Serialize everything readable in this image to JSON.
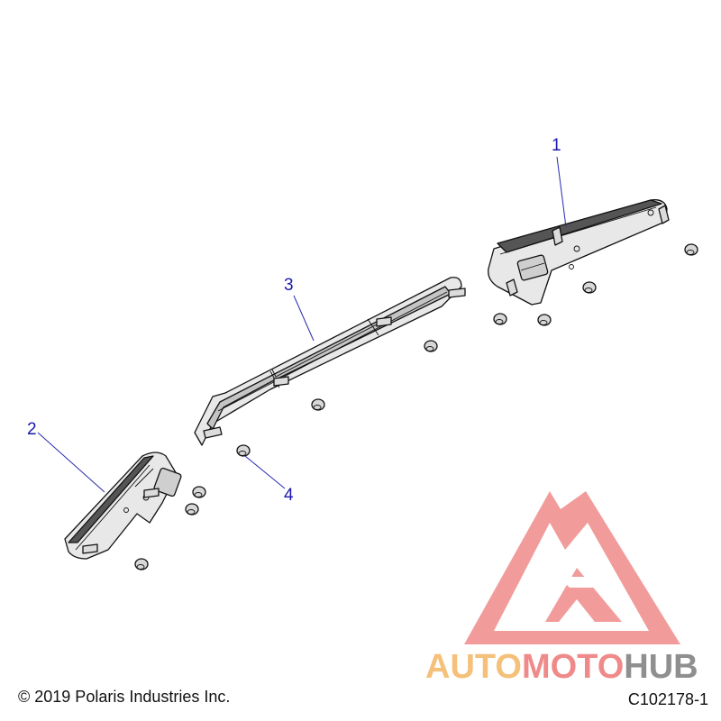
{
  "callouts": [
    {
      "id": "callout-1",
      "text": "1"
    },
    {
      "id": "callout-2",
      "text": "2"
    },
    {
      "id": "callout-3",
      "text": "3"
    },
    {
      "id": "callout-4",
      "text": "4"
    }
  ],
  "footer": {
    "copyright": "© 2019 Polaris Industries Inc.",
    "figure_id": "C102178-1"
  },
  "watermark": {
    "part1": "AUTO",
    "part2": "MOTO",
    "part3": "HUB",
    "colors": {
      "auto": "#f5c07a",
      "moto": "#f08a8a",
      "hub": "#8f8f8f",
      "triangle": "#f08a8a"
    }
  },
  "colors": {
    "callout": "#1a1aa8",
    "part_fill": "#e8e8e8",
    "part_dark": "#555555"
  }
}
